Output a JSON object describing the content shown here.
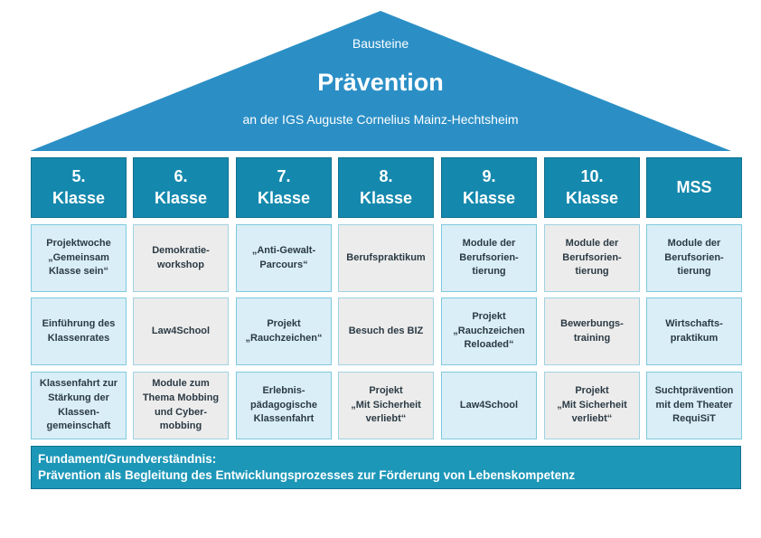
{
  "roof": {
    "top": "Bausteine",
    "title": "Prävention",
    "subtitle": "an der IGS Auguste Cornelius Mainz-Hechtsheim"
  },
  "colors": {
    "roof": "#2b8fc6",
    "header": "#1589ad",
    "module_blue": "#d9eef6",
    "module_grey": "#ececec",
    "foundation": "#1d97b8"
  },
  "columns": [
    {
      "header": "5.\nKlasse",
      "modules": [
        "Projektwoche\n„Gemeinsam\nKlasse sein“",
        "Einführung des\nKlassenrates",
        "Klassenfahrt zur\nStärkung der\nKlassen-\ngemeinschaft"
      ]
    },
    {
      "header": "6.\nKlasse",
      "modules": [
        "Demokratie-\nworkshop",
        "Law4School",
        "Module zum\nThema Mobbing\nund Cyber-\nmobbing"
      ]
    },
    {
      "header": "7.\nKlasse",
      "modules": [
        "„Anti-Gewalt-\nParcours“",
        "Projekt\n„Rauchzeichen“",
        "Erlebnis-\npädagogische\nKlassenfahrt"
      ]
    },
    {
      "header": "8.\nKlasse",
      "modules": [
        "Berufspraktikum",
        "Besuch des BIZ",
        "Projekt\n„Mit Sicherheit\nverliebt“"
      ]
    },
    {
      "header": "9.\nKlasse",
      "modules": [
        "Module der\nBerufsorien-\ntierung",
        "Projekt\n„Rauchzeichen\nReloaded“",
        "Law4School"
      ]
    },
    {
      "header": "10.\nKlasse",
      "modules": [
        "Module der\nBerufsorien-\ntierung",
        "Bewerbungs-\ntraining",
        "Projekt\n„Mit Sicherheit\nverliebt“"
      ]
    },
    {
      "header": "MSS",
      "modules": [
        "Module der\nBerufsorien-\ntierung",
        "Wirtschafts-\npraktikum",
        "Suchtprävention\nmit dem Theater\nRequiSiT"
      ]
    }
  ],
  "foundation": {
    "line1": "Fundament/Grundverständnis:",
    "line2": "Prävention als Begleitung des Entwicklungsprozesses zur Förderung von Lebenskompetenz"
  }
}
